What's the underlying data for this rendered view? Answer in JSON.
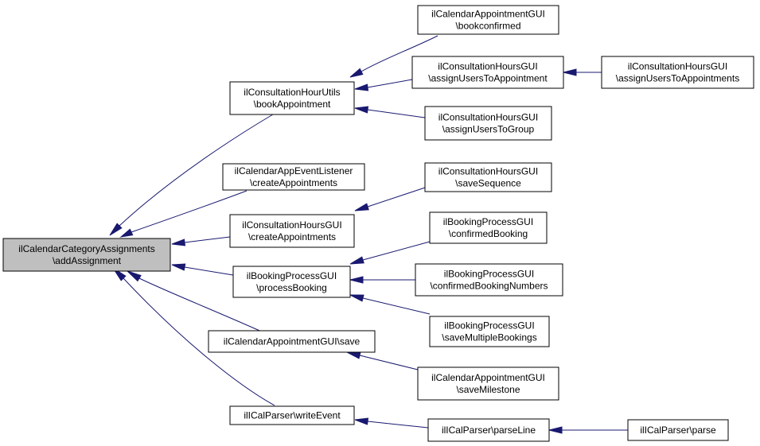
{
  "graph": {
    "edge_color": "#191970",
    "root_fill": "#bfbfbf",
    "node_fill": "#ffffff",
    "nodes": {
      "root": [
        "ilCalendarCategoryAssignments",
        "\\addAssignment"
      ],
      "chub": [
        "ilConsultationHourUtils",
        "\\bookAppointment"
      ],
      "caeL": [
        "ilCalendarAppEventListener",
        "\\createAppointments"
      ],
      "chgC": [
        "ilConsultationHoursGUI",
        "\\createAppointments"
      ],
      "bpPB": [
        "ilBookingProcessGUI",
        "\\processBooking"
      ],
      "cagS": [
        "ilCalendarAppointmentGUI\\save"
      ],
      "icWE": [
        "ilICalParser\\writeEvent"
      ],
      "cagB": [
        "ilCalendarAppointmentGUI",
        "\\bookconfirmed"
      ],
      "chgA": [
        "ilConsultationHoursGUI",
        "\\assignUsersToAppointment"
      ],
      "chgG": [
        "ilConsultationHoursGUI",
        "\\assignUsersToGroup"
      ],
      "chgS": [
        "ilConsultationHoursGUI",
        "\\saveSequence"
      ],
      "bpCB": [
        "ilBookingProcessGUI",
        "\\confirmedBooking"
      ],
      "bpCN": [
        "ilBookingProcessGUI",
        "\\confirmedBookingNumbers"
      ],
      "bpSM": [
        "ilBookingProcessGUI",
        "\\saveMultipleBookings"
      ],
      "cagM": [
        "ilCalendarAppointmentGUI",
        "\\saveMilestone"
      ],
      "icPL": [
        "ilICalParser\\parseLine"
      ],
      "chgAs": [
        "ilConsultationHoursGUI",
        "\\assignUsersToAppointments"
      ],
      "icP": [
        "ilICalParser\\parse"
      ]
    },
    "edges": [
      [
        "chub",
        "root"
      ],
      [
        "caeL",
        "root"
      ],
      [
        "chgC",
        "root"
      ],
      [
        "bpPB",
        "root"
      ],
      [
        "cagS",
        "root"
      ],
      [
        "icWE",
        "root"
      ],
      [
        "cagB",
        "chub"
      ],
      [
        "chgA",
        "chub"
      ],
      [
        "chgG",
        "chub"
      ],
      [
        "chgS",
        "chgC"
      ],
      [
        "bpCB",
        "bpPB"
      ],
      [
        "bpCN",
        "bpPB"
      ],
      [
        "bpSM",
        "bpPB"
      ],
      [
        "cagM",
        "cagS"
      ],
      [
        "icPL",
        "icWE"
      ],
      [
        "chgAs",
        "chgA"
      ],
      [
        "icP",
        "icPL"
      ]
    ]
  }
}
